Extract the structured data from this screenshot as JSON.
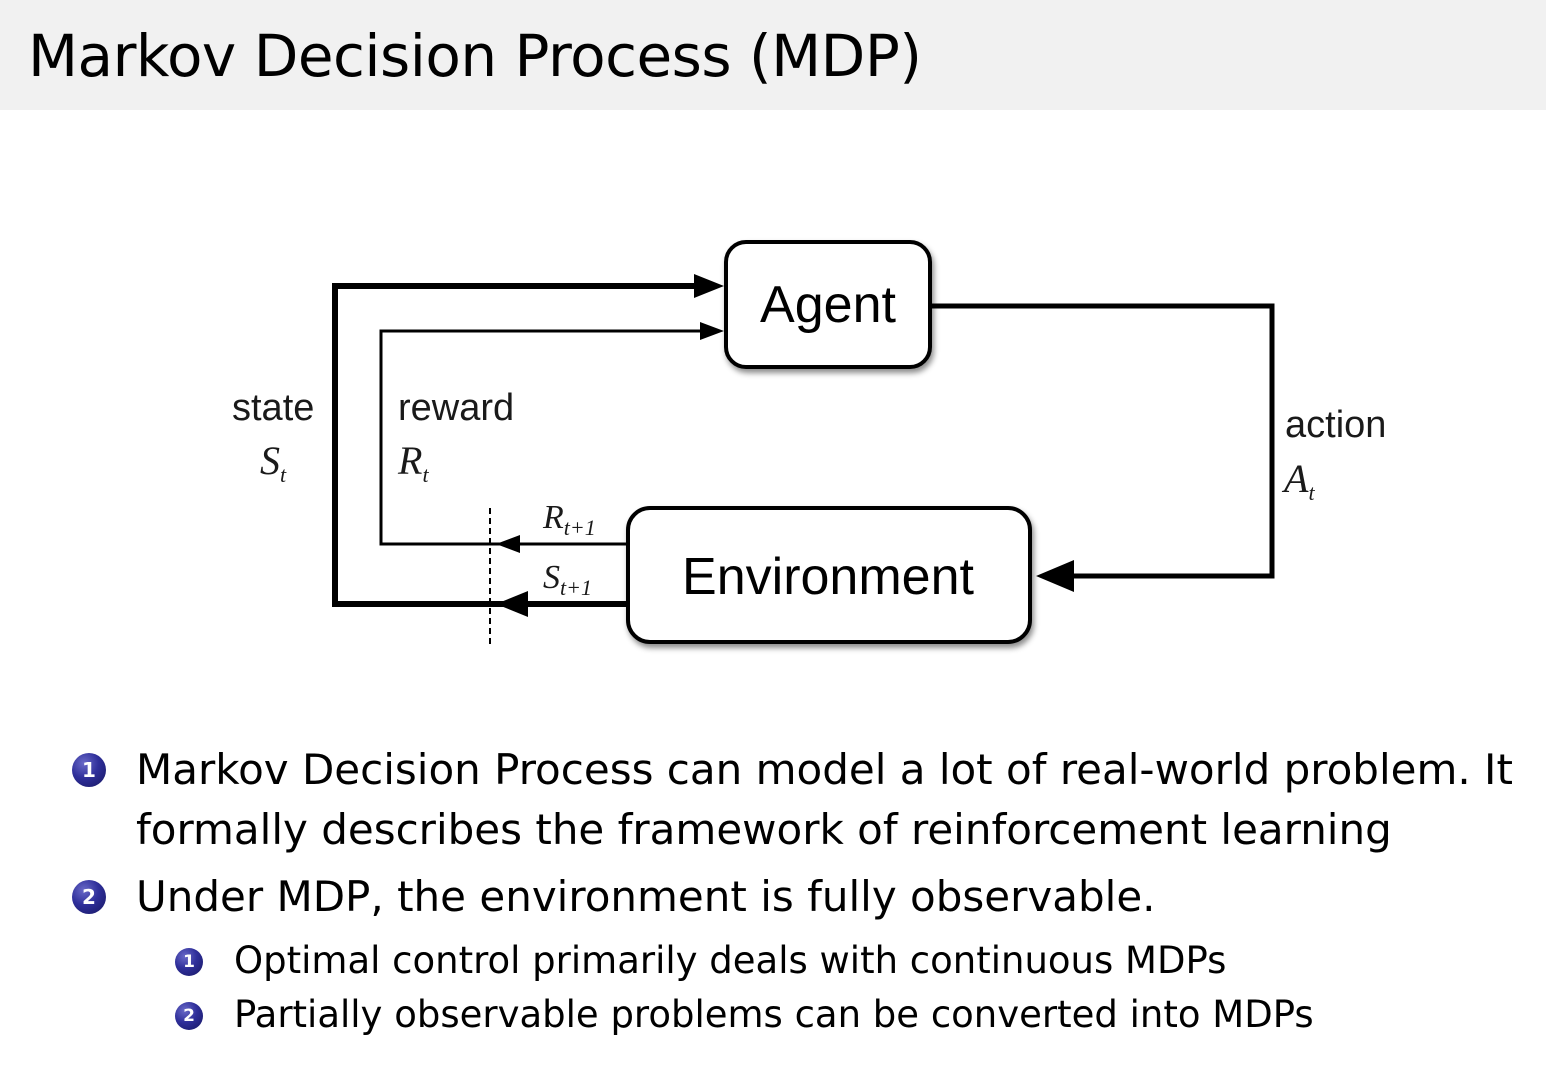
{
  "slide": {
    "title": "Markov Decision Process (MDP)"
  },
  "diagram": {
    "agent_label": "Agent",
    "environment_label": "Environment",
    "state_label": "state",
    "state_symbol": "S",
    "state_sub": "t",
    "reward_label": "reward",
    "reward_symbol": "R",
    "reward_sub": "t",
    "action_label": "action",
    "action_symbol": "A",
    "action_sub": "t",
    "next_reward_symbol": "R",
    "next_reward_sub": "t+1",
    "next_state_symbol": "S",
    "next_state_sub": "t+1"
  },
  "bullets": [
    {
      "number": "1",
      "line1": "Markov Decision Process can model a lot of real-world problem. It",
      "line2": "formally describes the framework of reinforcement learning"
    },
    {
      "number": "2",
      "line1": "Under MDP, the environment is fully observable.",
      "sub": [
        {
          "number": "1",
          "text": "Optimal control primarily deals with continuous MDPs"
        },
        {
          "number": "2",
          "text": "Partially observable problems can be converted into MDPs"
        }
      ]
    }
  ],
  "colors": {
    "header_bg": "#f1f1f1",
    "bullet_ball": "#2f2f9a"
  }
}
